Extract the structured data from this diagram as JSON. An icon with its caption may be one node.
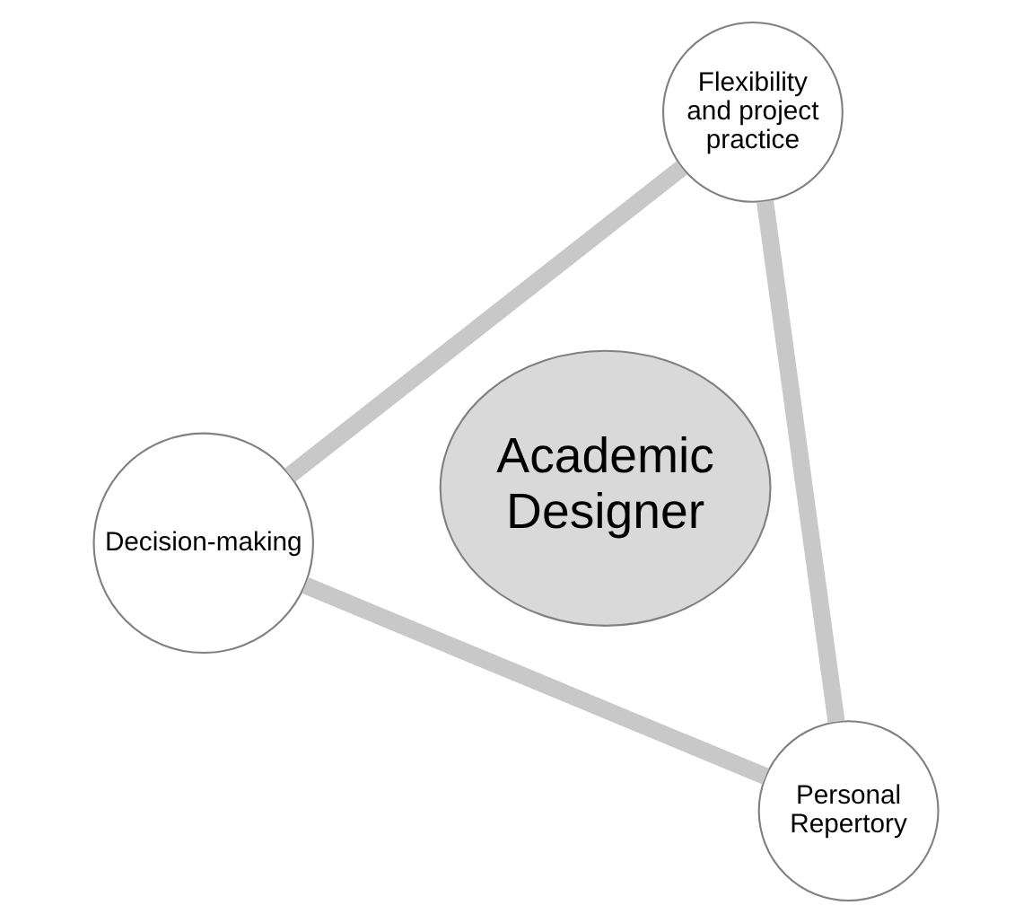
{
  "diagram": {
    "nodes": [
      {
        "text": [
          "Decision-making"
        ]
      },
      {
        "text": [
          "Academic Designer"
        ]
      },
      {
        "text": [
          "Personal Repertory"
        ]
      },
      {
        "text": [
          "Flexibility and project practice"
        ]
      }
    ],
    "edges": [
      {
        "from": 0,
        "to": 3,
        "arrow": "none"
      },
      {
        "from": 3,
        "to": 2,
        "arrow": "none"
      },
      {
        "from": 2,
        "to": 0,
        "arrow": "none"
      }
    ]
  }
}
